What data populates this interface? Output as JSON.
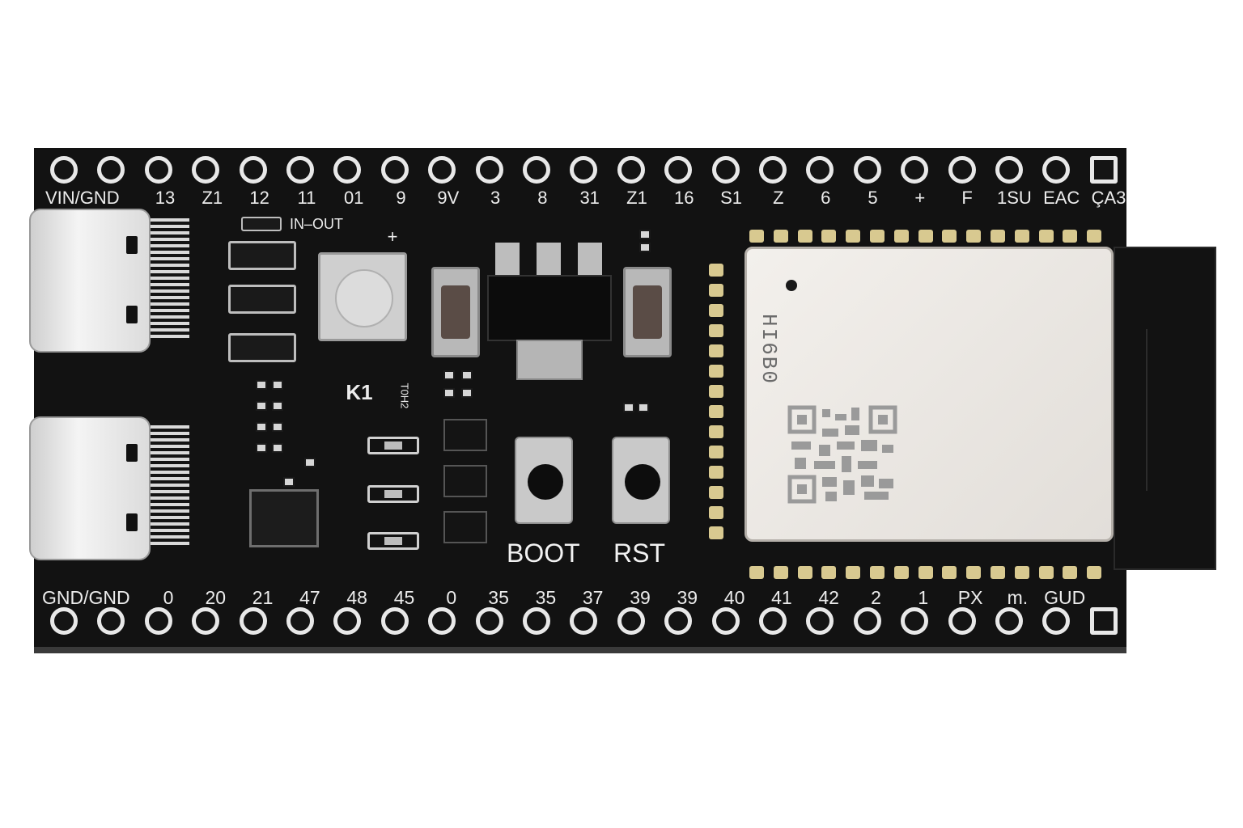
{
  "board": {
    "top_row": {
      "pins": 23,
      "labels": [
        "VIN/GND",
        "13",
        "Z1",
        "12",
        "11",
        "01",
        "9",
        "9V",
        "3",
        "8",
        "31",
        "Z1",
        "16",
        "S1",
        "Z",
        "6",
        "5",
        "+",
        "F",
        "1SU",
        "EAC",
        "ÇA3"
      ]
    },
    "bottom_row": {
      "pins": 23,
      "labels": [
        "GND/GND",
        "0",
        "20",
        "21",
        "47",
        "48",
        "45",
        "0",
        "35",
        "35",
        "37",
        "39",
        "39",
        "40",
        "41",
        "42",
        "2",
        "1",
        "PX",
        "m.",
        "GUD"
      ]
    },
    "silk": {
      "in_out": "IN–OUT",
      "plus": "+",
      "k1": "K1",
      "small_mark": "T0H2"
    },
    "buttons": {
      "boot": "BOOT",
      "rst": "RST"
    },
    "module": {
      "marking": "HI6B0"
    }
  },
  "colors": {
    "pcb": "#121212",
    "silkscreen": "#ececec",
    "shield": "#ece8e3",
    "pad": "#d8c990"
  }
}
